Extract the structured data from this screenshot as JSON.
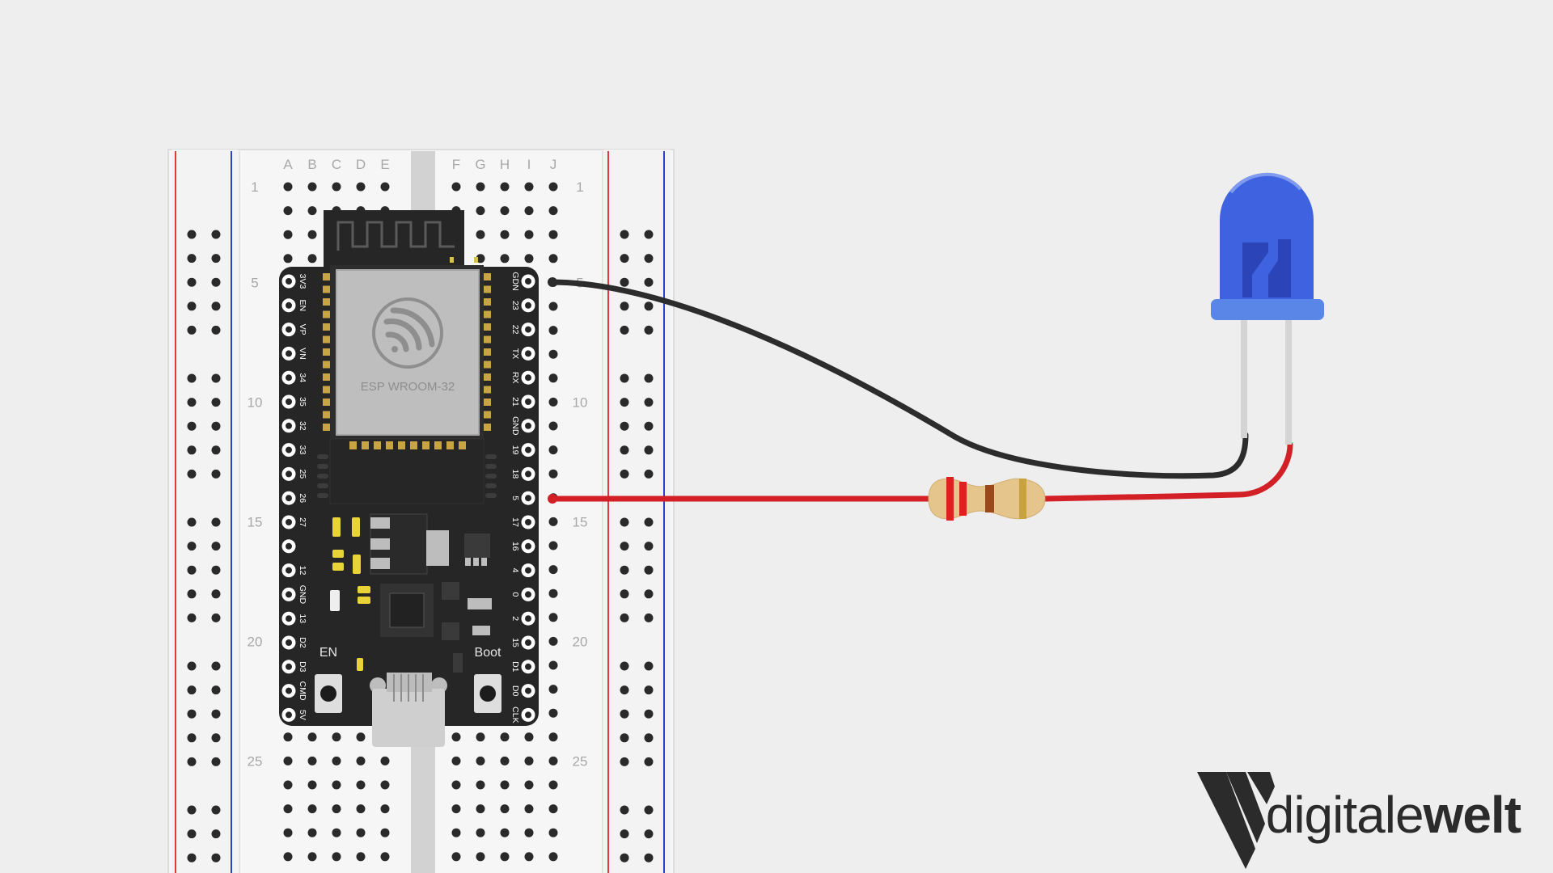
{
  "breadboard": {
    "columns_left": [
      "A",
      "B",
      "C",
      "D",
      "E"
    ],
    "columns_right": [
      "F",
      "G",
      "H",
      "I",
      "J"
    ],
    "row_numbers": [
      "1",
      "5",
      "10",
      "15",
      "20",
      "25"
    ]
  },
  "board": {
    "module_label": "ESP WROOM-32",
    "button_en_label": "EN",
    "button_boot_label": "Boot",
    "pins_left": [
      "3V3",
      "EN",
      "VP",
      "VN",
      "34",
      "35",
      "32",
      "33",
      "25",
      "26",
      "27",
      "",
      "12",
      "GND",
      "13",
      "D2",
      "D3",
      "CMD",
      "5V"
    ],
    "pins_right": [
      "GDN",
      "23",
      "22",
      "TX",
      "RX",
      "21",
      "GND",
      "19",
      "18",
      "5",
      "17",
      "16",
      "4",
      "0",
      "2",
      "15",
      "D1",
      "D0",
      "CLK"
    ]
  },
  "logo": {
    "text_light": "digitale",
    "text_bold": "welt"
  },
  "colors": {
    "background": "#eeeeee",
    "breadboard": "#f6f6f6",
    "pcb": "#262626",
    "wire_black": "#2c2c2c",
    "wire_red": "#d32027",
    "led_blue": "#3f63e0",
    "rail_red": "#e0383e",
    "rail_blue": "#2e3fd0"
  }
}
